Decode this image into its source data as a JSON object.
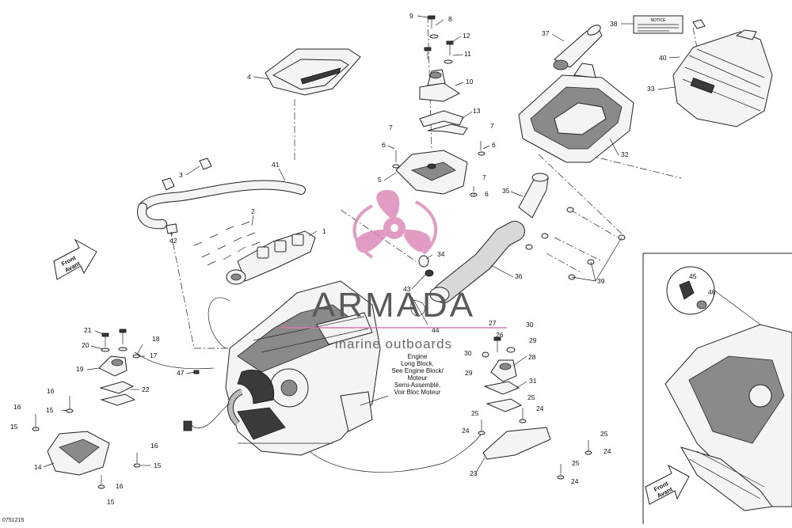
{
  "engine_label": [
    "Engine",
    "Long Block,",
    "See Engine Block/",
    "Moteur",
    "Semi-Assemblé,",
    "Voir Bloc Moteur"
  ],
  "front_arrow_left": [
    "Front",
    "Avant"
  ],
  "front_arrow_right": [
    "Front",
    "Avant"
  ],
  "watermark": {
    "main": "ARMADA",
    "sub": "marine outboards"
  },
  "drawing_number": "0751215",
  "sticker_title": "NOTICE",
  "callouts": {
    "c1": "1",
    "c2": "2",
    "c3": "3",
    "c4": "4",
    "c5": "5",
    "c6a": "6",
    "c6b": "6",
    "c6c": "6",
    "c7a": "7",
    "c7b": "7",
    "c7c": "7",
    "c8": "8",
    "c9": "9",
    "c10": "10",
    "c11": "11",
    "c12": "12",
    "c13": "13",
    "c14": "14",
    "c15a": "15",
    "c15b": "15",
    "c15c": "15",
    "c15d": "15",
    "c16a": "16",
    "c16b": "16",
    "c16c": "16",
    "c16d": "16",
    "c17": "17",
    "c18": "18",
    "c19": "19",
    "c20": "20",
    "c21": "21",
    "c22": "22",
    "c23": "23",
    "c24a": "24",
    "c24b": "24",
    "c24c": "24",
    "c24d": "24",
    "c25a": "25",
    "c25b": "25",
    "c25c": "25",
    "c25d": "25",
    "c26": "26",
    "c27": "27",
    "c28": "28",
    "c29a": "29",
    "c29b": "29",
    "c30a": "30",
    "c30b": "30",
    "c31": "31",
    "c32": "32",
    "c33": "33",
    "c34": "34",
    "c35": "35",
    "c36": "36",
    "c37": "37",
    "c38": "38",
    "c39": "39",
    "c40": "40",
    "c41": "41",
    "c42": "42",
    "c43": "43",
    "c44": "44",
    "c45": "45",
    "c46": "46",
    "c47": "47"
  },
  "colors": {
    "line": "#222222",
    "watermark_pink": "#d97ab0",
    "watermark_gray": "#5a5a5a"
  }
}
